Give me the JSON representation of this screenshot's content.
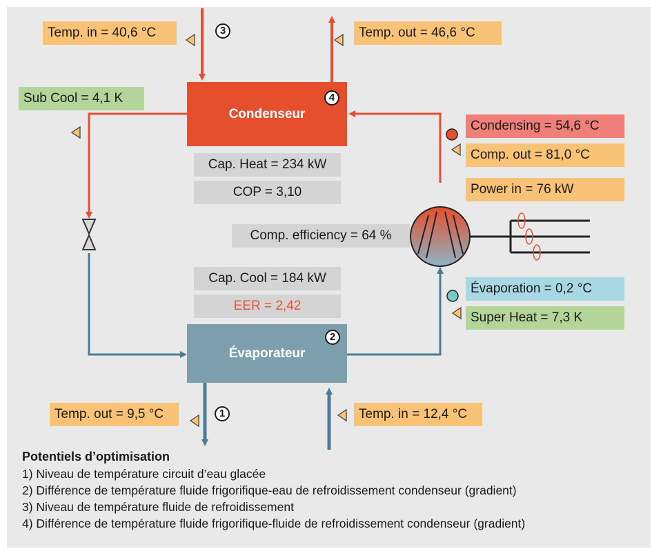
{
  "diagram": {
    "components": {
      "condenser": "Condenseur",
      "evaporator": "Évaporateur"
    },
    "markers": [
      "1",
      "2",
      "3",
      "4"
    ],
    "labels": {
      "temp_in_condenser": "Temp. in = 40,6 °C",
      "temp_out_condenser": "Temp. out = 46,6 °C",
      "sub_cool": "Sub Cool = 4,1 K",
      "condensing": "Condensing = 54,6 °C",
      "comp_out": "Comp. out = 81,0 °C",
      "power_in": "Power in = 76 kW",
      "cap_heat": "Cap. Heat = 234 kW",
      "cop": "COP = 3,10",
      "comp_efficiency": "Comp. efficiency = 64 %",
      "cap_cool": "Cap. Cool = 184 kW",
      "eer": "EER = 2,42",
      "evaporation": "Évaporation = 0,2 °C",
      "super_heat": "Super Heat = 7,3 K",
      "temp_out_evap": "Temp. out = 9,5 °C",
      "temp_in_evap": "Temp. in = 12,4 °C"
    },
    "colors": {
      "hot_line": "#e54f2d",
      "cold_line": "#4a7d93",
      "condenser": "#e54f2d",
      "evaporator": "#7c9ead",
      "label_orange": "#f9c377",
      "label_green": "#b3d59a",
      "label_red": "#f07f79",
      "label_blue": "#a9d8e5",
      "label_grey": "#d4d4d4"
    }
  },
  "notes": {
    "title": "Potentiels d’optimisation",
    "items": [
      "1) Niveau de température circuit d’eau glacée",
      "2) Différence de température fluide frigorifique-eau de refroidissement condenseur (gradient)",
      "3) Niveau de température fluide de refroidissement",
      "4) Différence de température fluide frigorifique-fluide de refroidissement condenseur (gradient)"
    ]
  }
}
